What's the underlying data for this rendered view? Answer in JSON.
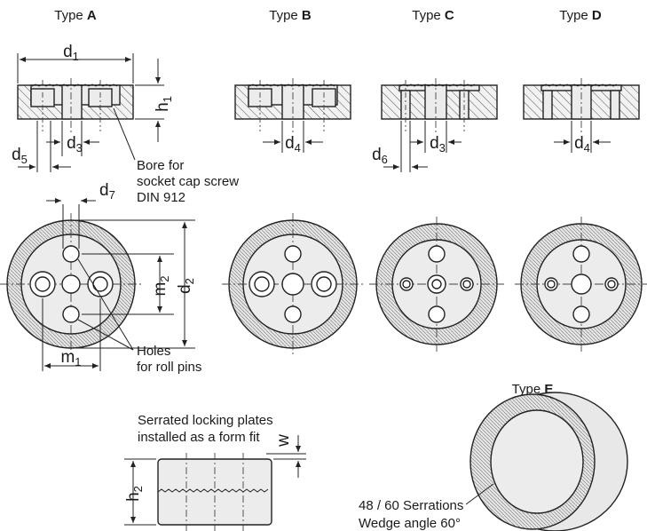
{
  "types": {
    "a": {
      "prefix": "Type ",
      "letter": "A"
    },
    "b": {
      "prefix": "Type ",
      "letter": "B"
    },
    "c": {
      "prefix": "Type ",
      "letter": "C"
    },
    "d": {
      "prefix": "Type ",
      "letter": "D"
    },
    "e": {
      "prefix": "Type ",
      "letter": "E"
    }
  },
  "dimensions": {
    "d1": {
      "base": "d",
      "sub": "1"
    },
    "h1": {
      "base": "h",
      "sub": "1"
    },
    "d3": {
      "base": "d",
      "sub": "3"
    },
    "d5": {
      "base": "d",
      "sub": "5"
    },
    "d4": {
      "base": "d",
      "sub": "4"
    },
    "d6": {
      "base": "d",
      "sub": "6"
    },
    "d7": {
      "base": "d",
      "sub": "7"
    },
    "d2": {
      "base": "d",
      "sub": "2"
    },
    "m1": {
      "base": "m",
      "sub": "1"
    },
    "m2": {
      "base": "m",
      "sub": "2"
    },
    "h2": {
      "base": "h",
      "sub": "2"
    },
    "w": "w"
  },
  "notes": {
    "bore_line1": "Bore for",
    "bore_line2": "socket cap screw",
    "bore_line3": "DIN 912",
    "holes_line1": "Holes",
    "holes_line2": "for roll pins",
    "plates_line1": "Serrated locking plates",
    "plates_line2": "installed as a form fit",
    "serrations_line1": "48 / 60 Serrations",
    "serrations_line2": "Wedge angle 60°"
  }
}
